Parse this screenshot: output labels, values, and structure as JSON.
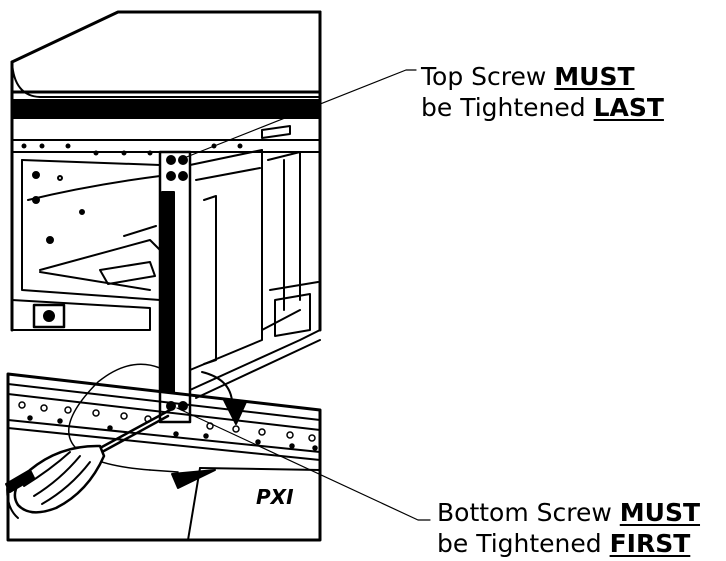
{
  "callouts": {
    "top": {
      "line1_prefix": "Top Screw ",
      "line1_emphasis": "MUST",
      "line2_prefix": "be Tightened ",
      "line2_emphasis": "LAST"
    },
    "bottom": {
      "line1_prefix": "Bottom Screw ",
      "line1_emphasis": "MUST",
      "line2_prefix": "be Tightened ",
      "line2_emphasis": "FIRST"
    }
  },
  "chassis_label": "PXI",
  "colors": {
    "ink": "#000000",
    "paper": "#ffffff"
  },
  "icons": {
    "screwdriver": "screwdriver-icon",
    "rotation_arrow": "rotation-arrow-icon"
  }
}
